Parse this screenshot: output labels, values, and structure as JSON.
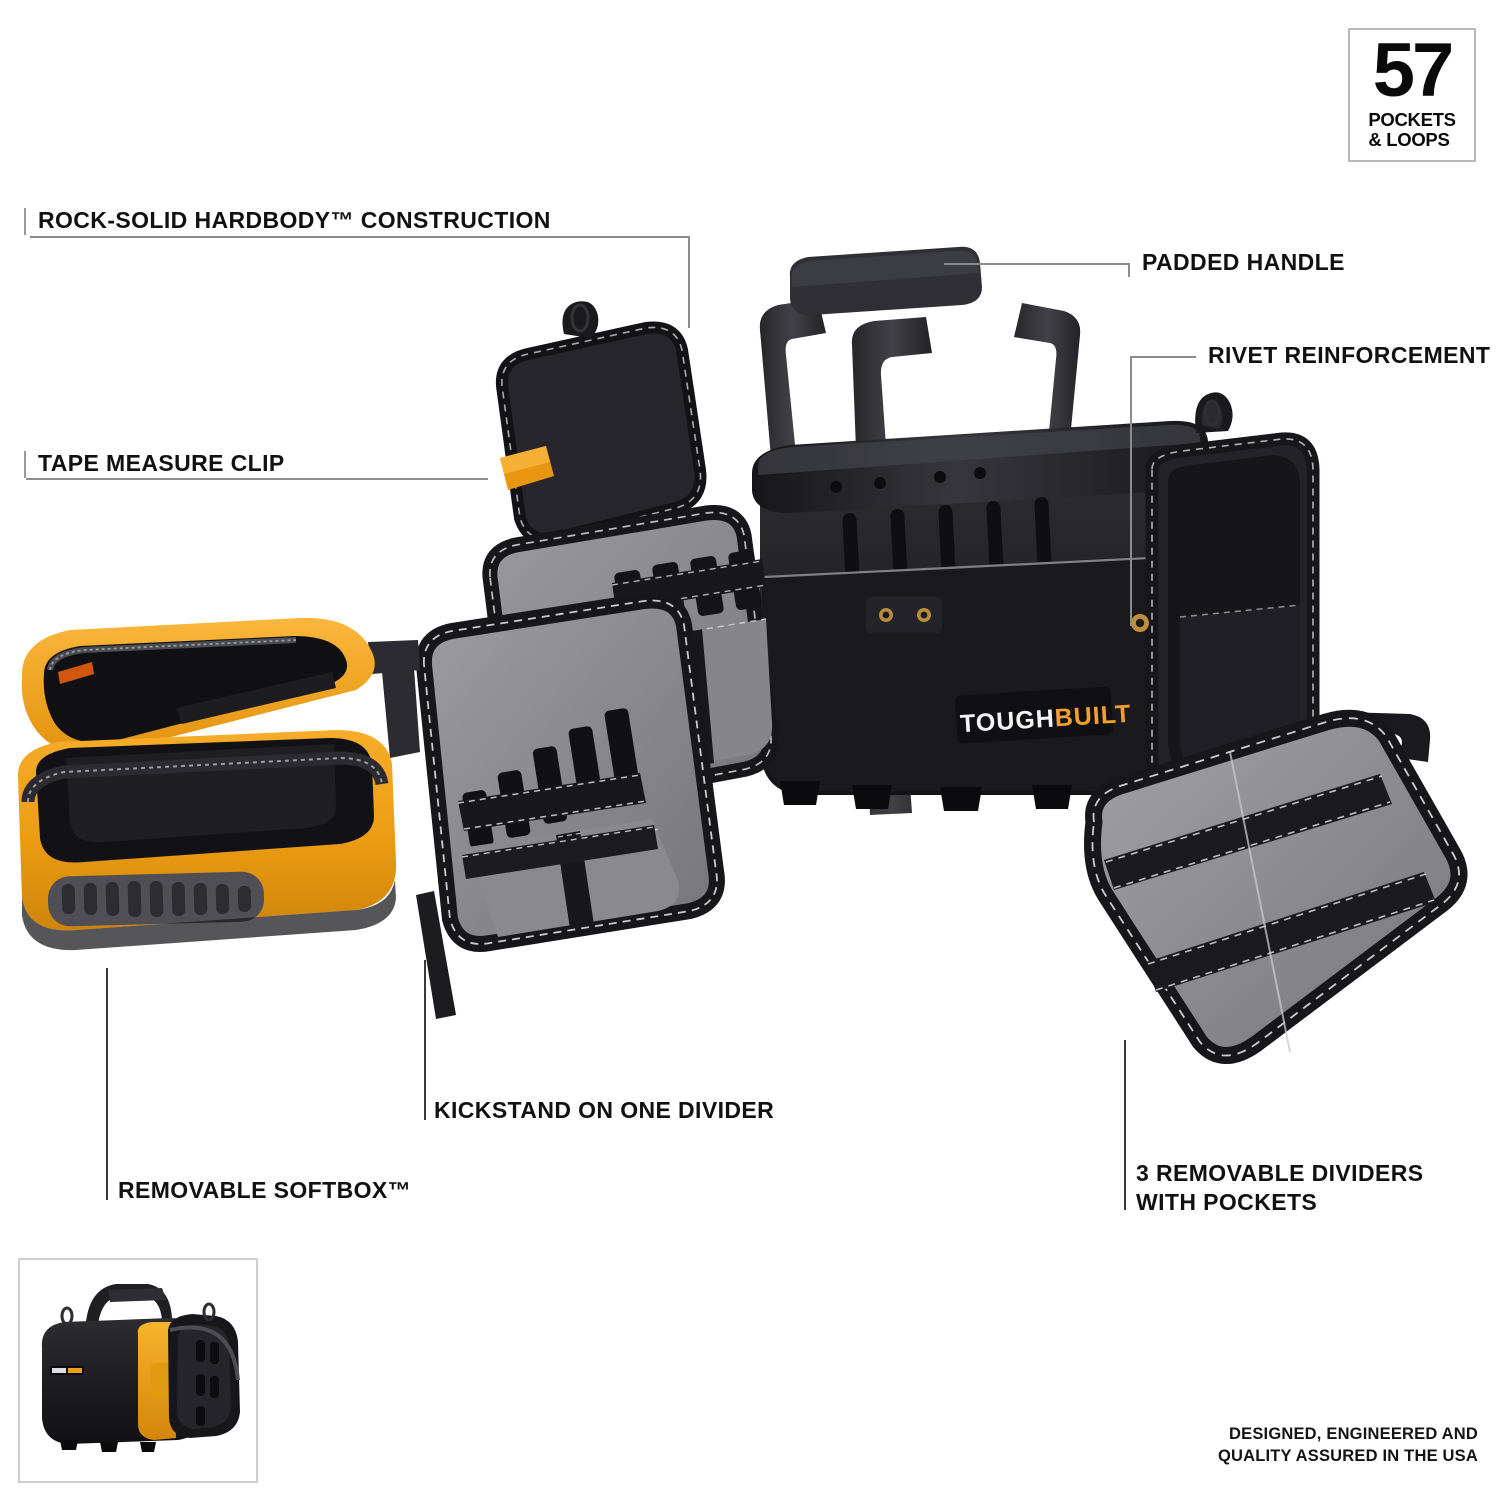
{
  "badge": {
    "number": "57",
    "line1": "POCKETS",
    "line2": "& LOOPS"
  },
  "callouts": [
    {
      "id": "rock-solid-hardbody",
      "text": "ROCK-SOLID HARDBODY™ CONSTRUCTION"
    },
    {
      "id": "tape-measure-clip",
      "text": "TAPE MEASURE CLIP"
    },
    {
      "id": "padded-handle",
      "text": "PADDED HANDLE"
    },
    {
      "id": "rivet-reinforcement",
      "text": "RIVET REINFORCEMENT"
    },
    {
      "id": "kickstand-on-one-divider",
      "text": "KICKSTAND ON ONE DIVIDER"
    },
    {
      "id": "removable-softbox",
      "text": "REMOVABLE SOFTBOX™"
    },
    {
      "id": "removable-dividers-line1",
      "text": "3 REMOVABLE DIVIDERS"
    },
    {
      "id": "removable-dividers-line2",
      "text": "WITH POCKETS"
    }
  ],
  "brand": {
    "logo_part1": "TOUGH",
    "logo_part2": "BUILT",
    "logo_part1_color": "#f4f4f4",
    "logo_part2_color": "#f2a02a"
  },
  "footer": {
    "line1": "DESIGNED, ENGINEERED AND",
    "line2": "QUALITY ASSURED IN THE USA"
  },
  "colors": {
    "background": "#ffffff",
    "text": "#111111",
    "leader_line": "#8c8c8c",
    "badge_border": "#b9b9b9",
    "bag_black": "#1b1b1d",
    "bag_black_light": "#34343a",
    "divider_gray": "#8d8d8f",
    "softbox_yellow": "#f0a21c",
    "softbox_yellow_dark": "#d4870d",
    "stitch_white": "#e7e7e7"
  }
}
